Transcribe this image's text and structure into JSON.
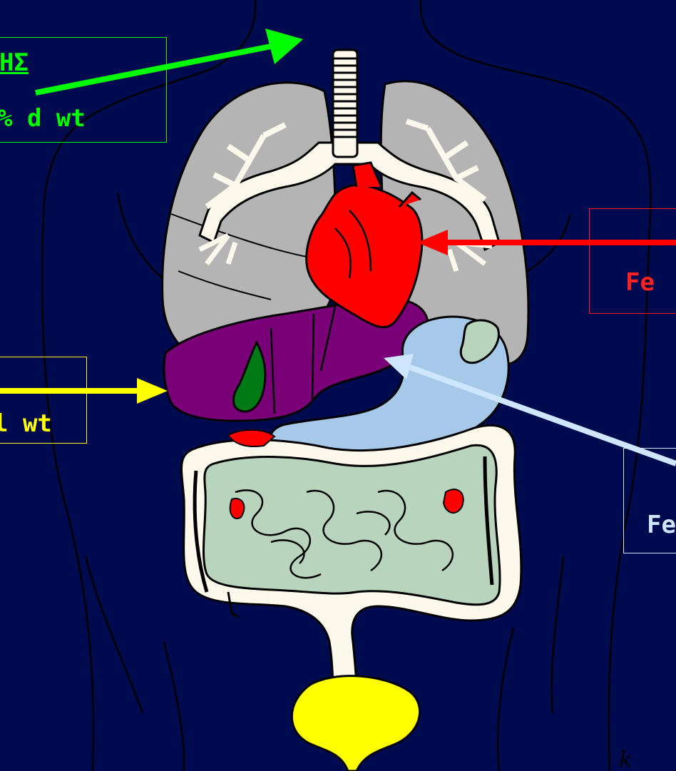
{
  "labels": {
    "green": {
      "line1": "ΗΣ",
      "line2": "% d wt",
      "color": "#00ff00"
    },
    "yellow": {
      "line2": "l wt",
      "color": "#ffff00"
    },
    "red": {
      "line2": "Fe",
      "color": "#ff2222"
    },
    "blue": {
      "line2": "Fe",
      "color": "#cfe6ff"
    }
  },
  "signature": "k",
  "colors": {
    "background": "#000a4e",
    "lungs": "#b4b4b4",
    "heart": "#ff0000",
    "liver": "#7a0078",
    "gallbladder": "#007a14",
    "stomach": "#a6c9ea",
    "intestine": "#b8d4bd",
    "colon": "#fdf8ec",
    "bladder": "#ffff00"
  }
}
